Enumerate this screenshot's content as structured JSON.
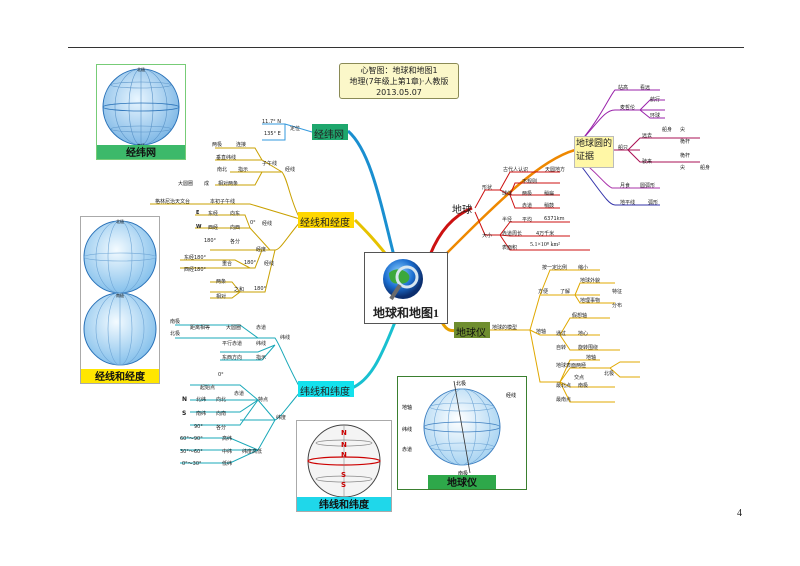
{
  "page": {
    "number": "4"
  },
  "title_box": {
    "line1": "心智图：地球和地图1",
    "line2": "地理(7年级上第1章)·人教版",
    "line3": "2013.05.07"
  },
  "center": {
    "label": "地球和地图1"
  },
  "figures": {
    "jingwei_net": "经纬网",
    "jingxian_weidu": "经线和经度",
    "weixian_weidu": "纬线和纬度",
    "diqiuyi": "地球仪",
    "top_globe": {
      "pole_top": "北极",
      "pole_bottom": "南极"
    },
    "left_globes": {
      "pole_top": "北极",
      "pole_bottom": "南极"
    },
    "diqiuyi_globe": {
      "top": "北极",
      "bottom": "南极",
      "left1": "地轴",
      "left2": "纬线",
      "left3": "赤道",
      "right1": "经线"
    },
    "weixian_globe": {
      "n1": "N",
      "n2": "N",
      "n3": "N",
      "s1": "S",
      "s2": "S"
    }
  },
  "branches": {
    "jingwei": {
      "label": "经纬网",
      "items": [
        "11.7° N",
        "135° E",
        "定位"
      ]
    },
    "jingxian": {
      "label": "经线和经度",
      "items": [
        "两极",
        "连接",
        "垂直纬线",
        "子午线",
        "经线",
        "南北",
        "指示",
        "大圆圈",
        "成",
        "相对两条",
        "格林尼治天文台",
        "本初子午线",
        "E",
        "东经",
        "向东",
        "0°",
        "经线",
        "W",
        "西经",
        "向西",
        "180°",
        "各分",
        "东经180°",
        "西经180°",
        "重合",
        "180°",
        "经线",
        "经度",
        "两条",
        "之和",
        "180°",
        "相对"
      ]
    },
    "weixian": {
      "label": "纬线和纬度",
      "items": [
        "南极",
        "北极",
        "距离相等",
        "大圆圈",
        "赤道",
        "纬线",
        "平行赤道",
        "纬线",
        "东西方向",
        "指示",
        "0°",
        "起始点",
        "赤道",
        "N",
        "北纬",
        "向北",
        "S",
        "南纬",
        "向南",
        "90°",
        "各分",
        "纬度",
        "特点",
        "60°～90°",
        "高纬",
        "30°～60°",
        "中纬",
        "纬度高低",
        "0°～30°",
        "低纬"
      ]
    },
    "diqiu": {
      "label": "地球",
      "items": [
        "形状",
        "古代人认识",
        "天圆地方",
        "不规则",
        "球体",
        "两极",
        "稍扁",
        "赤道",
        "稍鼓",
        "大小",
        "半径",
        "平均",
        "6371km",
        "赤道周长",
        "4万千米",
        "表面积",
        "5.1×10⁸ km²"
      ]
    },
    "zhengju": {
      "label": "地球圆的证据",
      "items": [
        "站高",
        "看远",
        "麦哲伦",
        "航行",
        "环球",
        "远去",
        "船身",
        "船只",
        "尖",
        "桅杆",
        "驶来",
        "桅杆",
        "尖",
        "船身",
        "月食",
        "圆弧形",
        "地平线",
        "弧形"
      ]
    },
    "diqiuyi": {
      "label": "地球仪",
      "items": [
        "地球的模型",
        "方便",
        "缩小",
        "按一定比例",
        "了解",
        "地球外貌",
        "地理事物",
        "特征",
        "分布",
        "假想轴",
        "地轴",
        "通过",
        "地心",
        "自转",
        "旋转围绕",
        "地轴",
        "两極",
        "交点",
        "地球表面",
        "北极",
        "最北点",
        "南极",
        "最南点"
      ]
    }
  }
}
